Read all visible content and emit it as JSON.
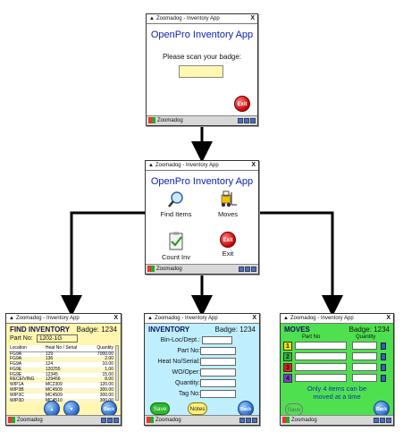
{
  "window": {
    "title": "Zoomadog - Inventory App",
    "close": "X",
    "taskbar_label": "Zoomadog"
  },
  "screen_login": {
    "app_title": "OpenPro Inventory App",
    "prompt": "Please scan your badge:",
    "exit": "Exit"
  },
  "screen_menu": {
    "app_title": "OpenPro Inventory App",
    "items": [
      {
        "label": "Find Items",
        "icon": "magnifier-icon"
      },
      {
        "label": "Moves",
        "icon": "forklift-icon"
      },
      {
        "label": "Count Inv",
        "icon": "clipboard-check-icon"
      },
      {
        "label": "Exit",
        "icon": "exit-icon"
      }
    ],
    "exit_button": "Exit"
  },
  "screen_find": {
    "header": "FIND INVENTORY",
    "badge": "Badge: 1234",
    "part_label": "Part No:",
    "part_value": "1202-1G",
    "columns": [
      "Location",
      "Heat No / Serial",
      "Quantity"
    ],
    "rows": [
      [
        "FG9A",
        "129",
        "7000.00"
      ],
      [
        "FG9A",
        "136",
        "2.00"
      ],
      [
        "FG9A",
        "124",
        "10.00"
      ],
      [
        "FG9E",
        "120255",
        "1.00"
      ],
      [
        "FG9E",
        "12345",
        "15.00"
      ],
      [
        "RECEIVING",
        "129456",
        "8.00"
      ],
      [
        "WIP1A",
        "MC2309",
        "120.00"
      ],
      [
        "WIP3B",
        "MC4509",
        "300.00"
      ],
      [
        "WIP3C",
        "MC4509",
        "300.00"
      ],
      [
        "WIP3D",
        "MC4510",
        "300.00"
      ]
    ],
    "back_button": "Back"
  },
  "screen_inventory": {
    "header": "INVENTORY",
    "badge": "Badge: 1234",
    "fields": [
      {
        "label": "Bin-Loc/Dept.:",
        "value": ""
      },
      {
        "label": "Part No:",
        "value": ""
      },
      {
        "label": "Heat No/Serial:",
        "value": ""
      },
      {
        "label": "WO/Oper:",
        "value": ""
      },
      {
        "label": "Quantity:",
        "value": ""
      },
      {
        "label": "Tag No:",
        "value": ""
      }
    ],
    "save": "Save",
    "notes": "Notes",
    "back_button": "Back"
  },
  "screen_moves": {
    "header": "MOVES",
    "badge": "Badge: 1234",
    "col_part": "Part No",
    "col_qty": "Quantity",
    "rows": [
      {
        "n": "1",
        "color": "#f2e400"
      },
      {
        "n": "2",
        "color": "#2ebd2e"
      },
      {
        "n": "3",
        "color": "#e02020"
      },
      {
        "n": "4",
        "color": "#7a3fd0"
      }
    ],
    "note_line1": "Only 4 items can be",
    "note_line2": "moved at a time",
    "save": "Save",
    "back_button": "Back"
  },
  "colors": {
    "title_blue": "#0b1fb0",
    "inventory_bg": "#bfefff",
    "moves_bg": "#4fe04f",
    "find_bg": "#fff7b0"
  }
}
